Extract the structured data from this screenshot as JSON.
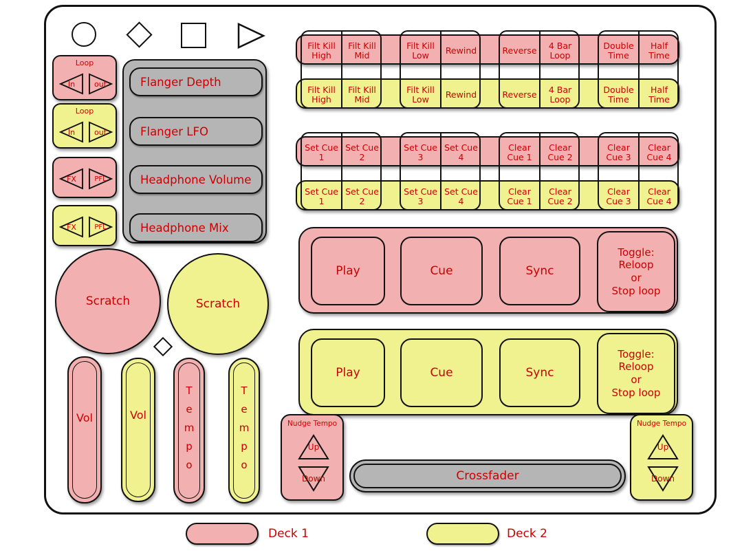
{
  "colors": {
    "deck1": "#f2b0b0",
    "deck2": "#f0f18f",
    "gray": "#b5b5b5",
    "label": "#cc0000"
  },
  "left": {
    "loop_deck1": {
      "title": "Loop",
      "in": "In",
      "out": "out"
    },
    "loop_deck2": {
      "title": "Loop",
      "in": "In",
      "out": "out"
    },
    "monitor_deck1": {
      "fx": "FX",
      "pfl": "PFL"
    },
    "monitor_deck2": {
      "fx": "FX",
      "pfl": "PFL"
    }
  },
  "gray_panel": {
    "flanger_depth": "Flanger Depth",
    "flanger_lfo": "Flanger LFO",
    "headphone_volume": "Headphone Volume",
    "headphone_mix": "Headphone Mix"
  },
  "scratch": {
    "deck1": "Scratch",
    "deck2": "Scratch"
  },
  "sliders": {
    "vol_deck1": "Vol",
    "vol_deck2": "Vol",
    "tempo_deck1": "Tempo",
    "tempo_deck2": "Tempo"
  },
  "fx_buttons": {
    "labels": [
      "Filt Kill High",
      "Filt Kill Mid",
      "Filt Kill Low",
      "Rewind",
      "Reverse",
      "4 Bar Loop",
      "Double Time",
      "Half Time"
    ]
  },
  "cue_buttons": {
    "labels": [
      "Set Cue 1",
      "Set Cue 2",
      "Set Cue 3",
      "Set Cue 4",
      "Clear Cue 1",
      "Clear Cue 2",
      "Clear Cue 3",
      "Clear Cue 4"
    ]
  },
  "transport": {
    "play": "Play",
    "cue": "Cue",
    "sync": "Sync",
    "toggle": "Toggle:\nReloop\nor\nStop loop"
  },
  "nudge": {
    "title": "Nudge Tempo",
    "up": "Up",
    "down": "Down"
  },
  "crossfader": "Crossfader",
  "legend": {
    "deck1": "Deck 1",
    "deck2": "Deck 2"
  }
}
